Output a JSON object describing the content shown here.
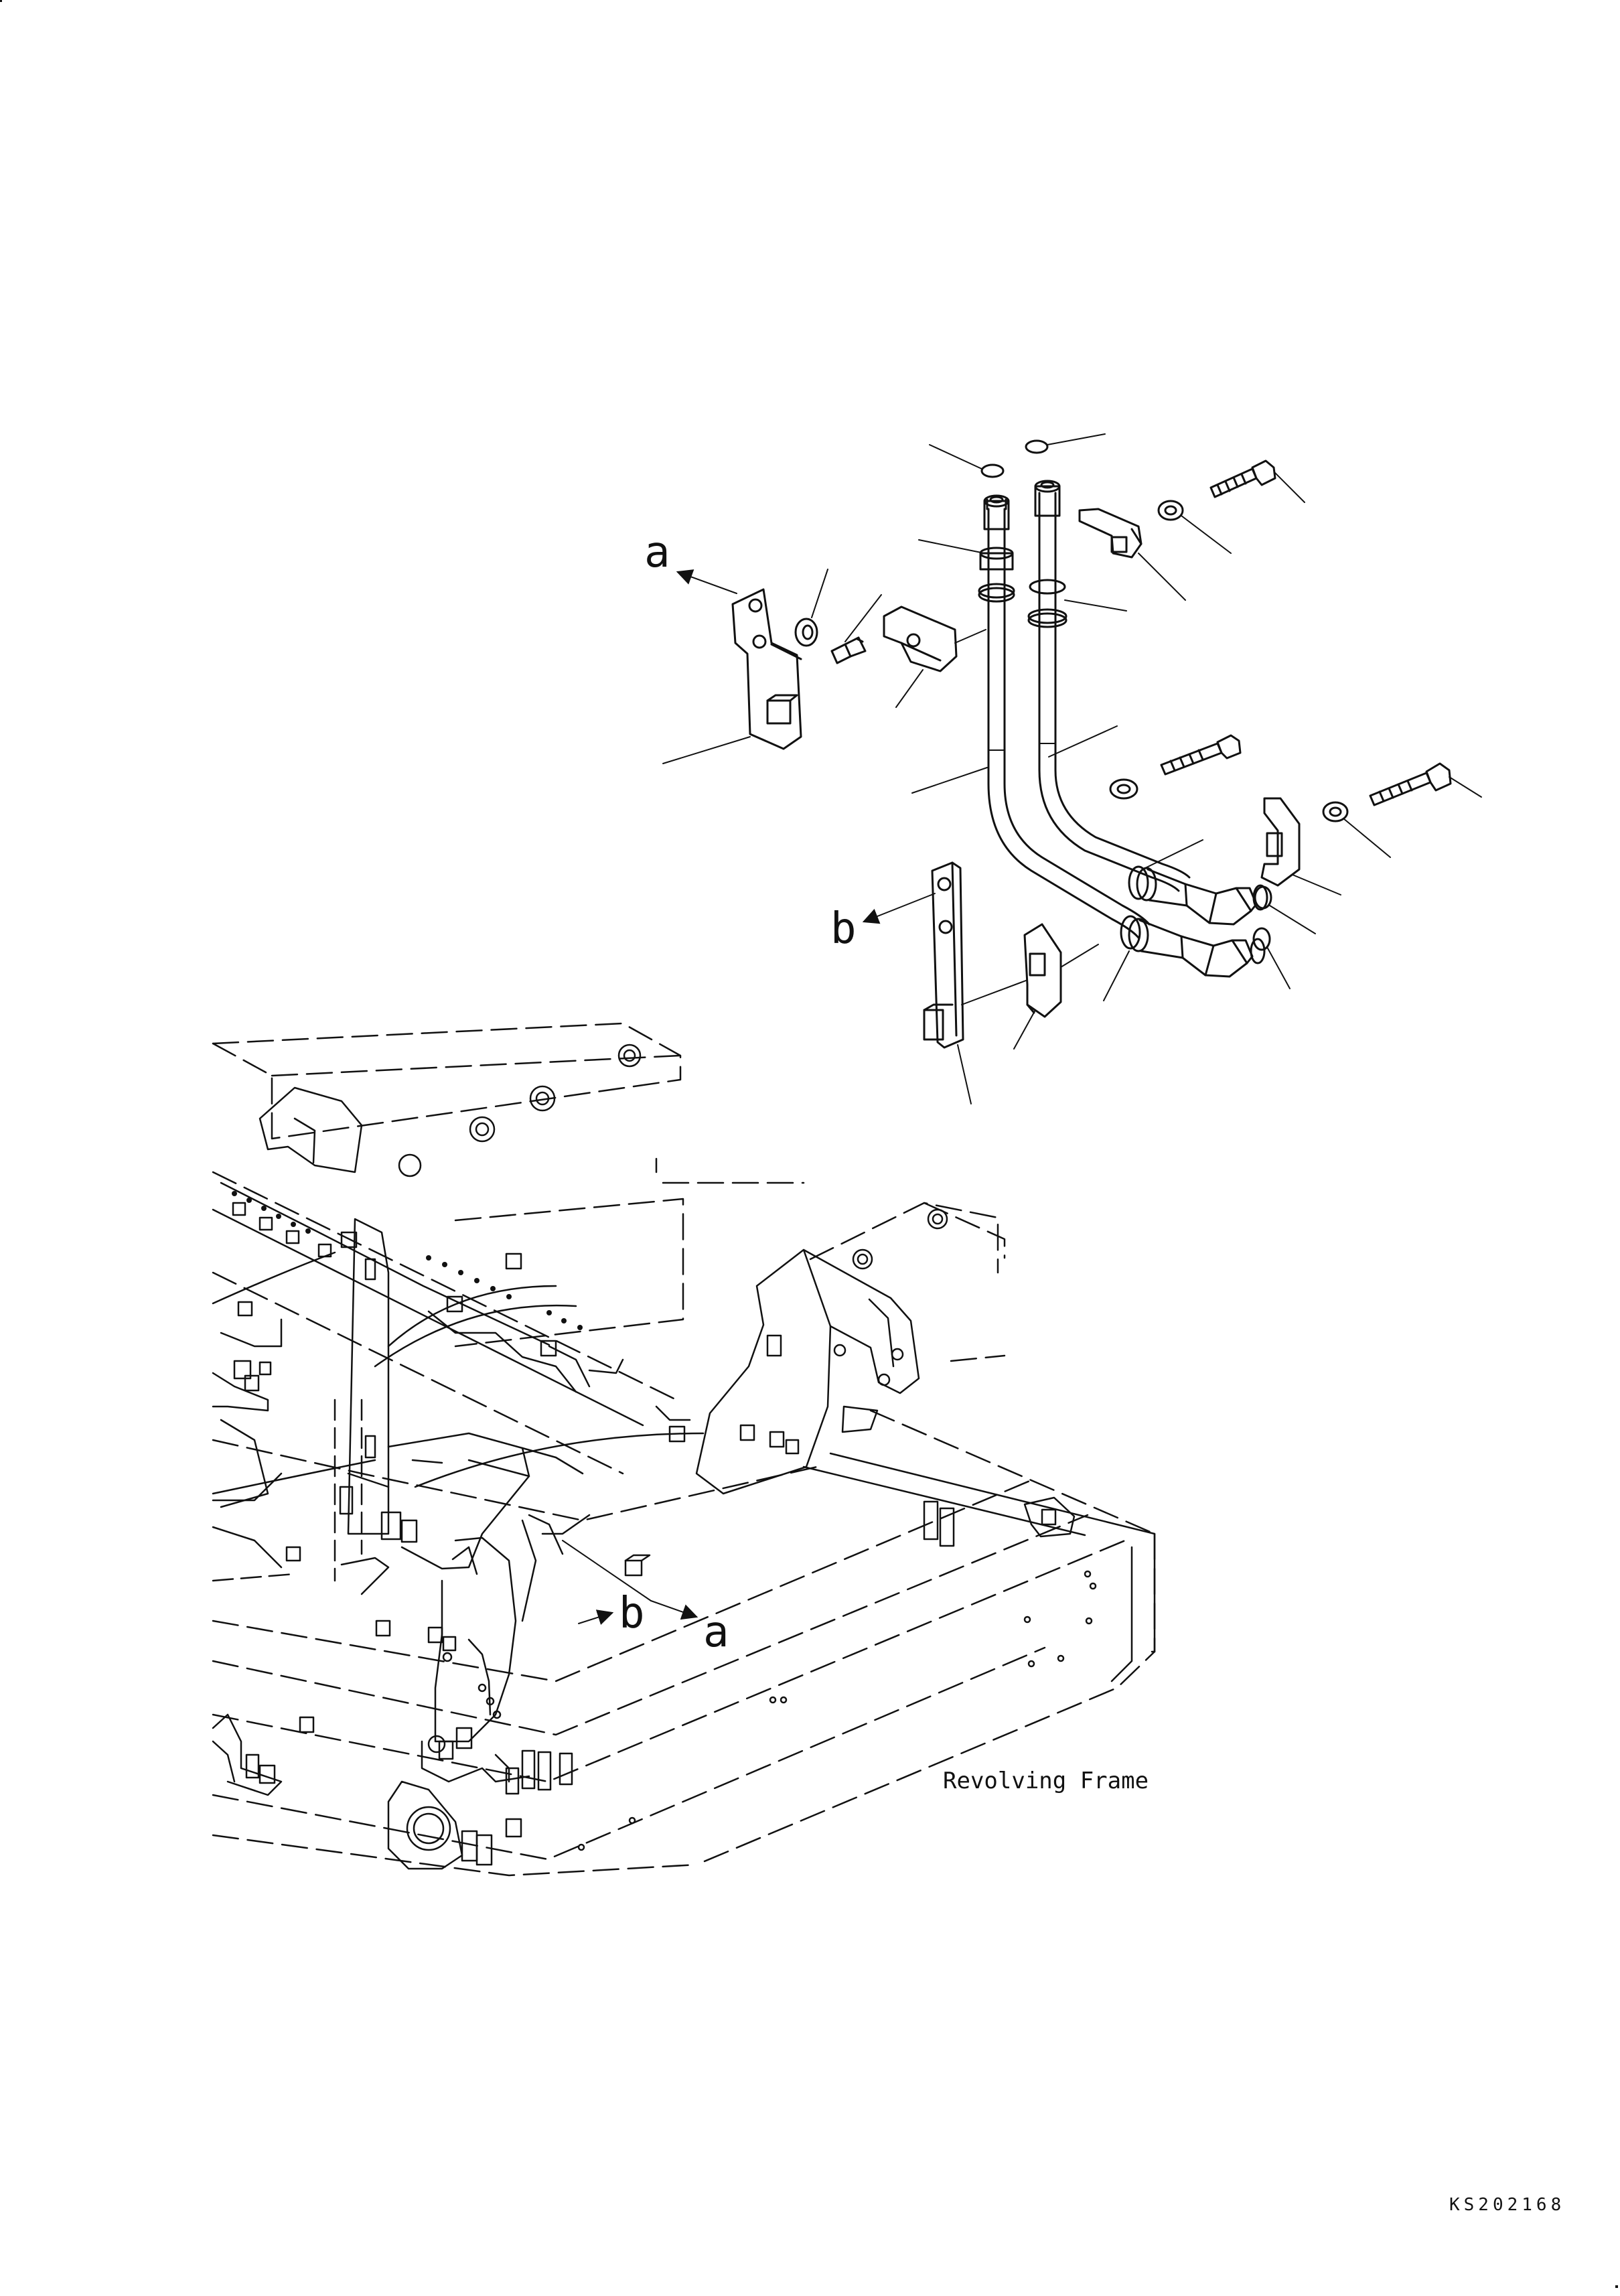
{
  "diagram": {
    "callouts": [
      {
        "id": "a-top",
        "text": "a"
      },
      {
        "id": "b-mid",
        "text": "b"
      },
      {
        "id": "b-frame",
        "text": "b"
      },
      {
        "id": "a-frame",
        "text": "a"
      }
    ],
    "frame_label": "Revolving Frame",
    "drawing_code": "KS202168"
  },
  "colors": {
    "line": "#111111",
    "background": "#ffffff"
  }
}
